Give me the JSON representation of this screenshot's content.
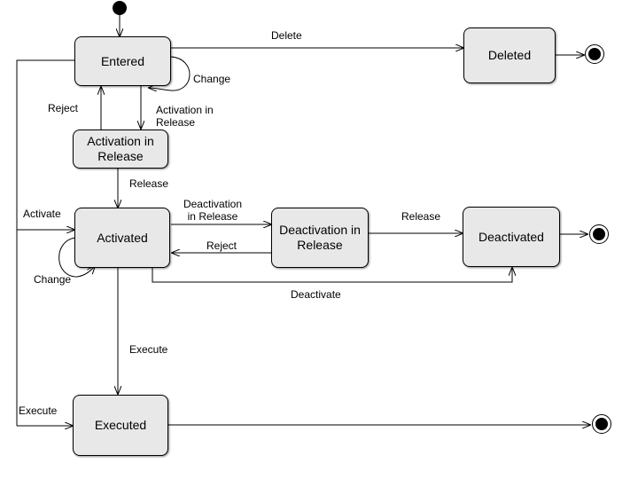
{
  "states": {
    "entered": "Entered",
    "deleted": "Deleted",
    "activation_in_release": "Activation in\nRelease",
    "activated": "Activated",
    "deactivation_in_release": "Deactivation in\nRelease",
    "deactivated": "Deactivated",
    "executed": "Executed"
  },
  "transitions": {
    "delete": "Delete",
    "change_entered": "Change",
    "reject_to_entered": "Reject",
    "activation_in_release": "Activation in\nRelease",
    "release_to_activated": "Release",
    "activate": "Activate",
    "deactivation_in_release": "Deactivation\nin Release",
    "reject_to_activated": "Reject",
    "release_to_deactivated": "Release",
    "change_activated": "Change",
    "deactivate": "Deactivate",
    "execute_from_activated": "Execute",
    "execute_from_entered": "Execute"
  }
}
